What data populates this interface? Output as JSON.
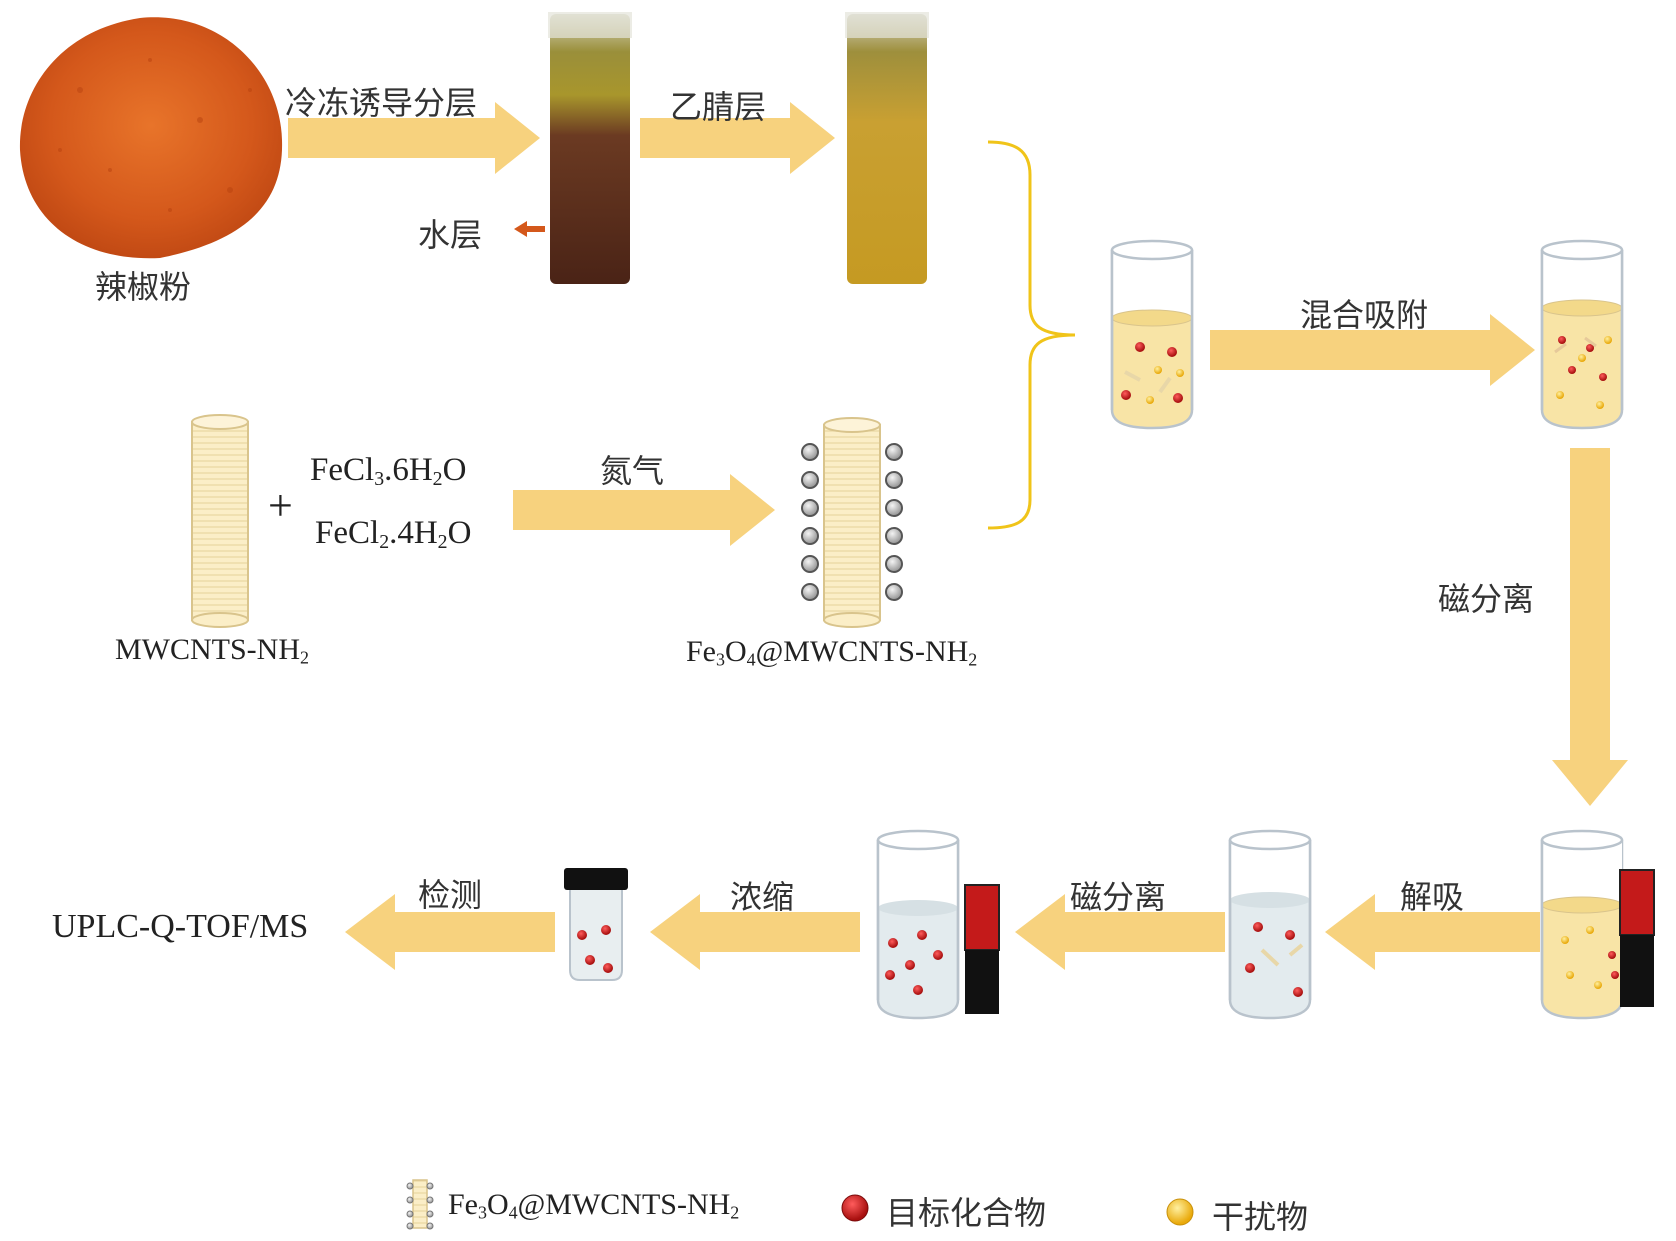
{
  "colors": {
    "arrow": "#f7d27e",
    "target": "#c8201f",
    "interferent": "#f5b81f",
    "tube_liquid": "#f8e4a6",
    "bracket": "#f0c419",
    "magnet_red": "#c41a1a",
    "magnet_black": "#111111"
  },
  "labels": {
    "pepper": "辣椒粉",
    "freeze": "冷冻诱导分层",
    "water_layer": "水层",
    "acetonitrile": "乙腈层",
    "mix_adsorb": "混合吸附",
    "nitrogen": "氮气",
    "mag_sep_1": "磁分离",
    "desorb": "解吸",
    "mag_sep_2": "磁分离",
    "concentrate": "浓缩",
    "detect": "检测",
    "instrument": "UPLC-Q-TOF/MS",
    "plus": "+",
    "reagent1": {
      "main": "FeCl",
      "s1": "3",
      "mid": ".6H",
      "s2": "2",
      "end": "O"
    },
    "reagent2": {
      "main": "FeCl",
      "s1": "2",
      "mid": ".4H",
      "s2": "2",
      "end": "O"
    },
    "cnt": {
      "main": "MWCNTS-NH",
      "s1": "2"
    },
    "composite": {
      "a": "Fe",
      "s1": "3",
      "b": "O",
      "s2": "4",
      "c": "@MWCNTS-NH",
      "s3": "2"
    }
  },
  "legend": {
    "composite": {
      "a": "Fe",
      "s1": "3",
      "b": "O",
      "s2": "4",
      "c": "@MWCNTS-NH",
      "s3": "2"
    },
    "target": "目标化合物",
    "interferent": "干扰物"
  }
}
